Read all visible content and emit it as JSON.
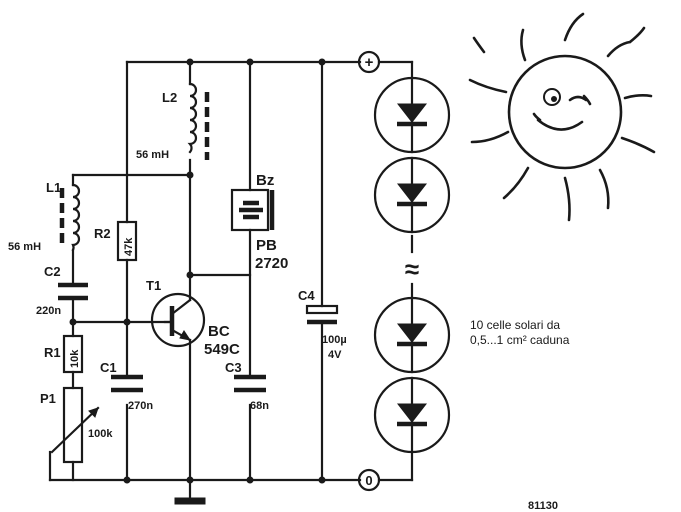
{
  "components": {
    "L1": {
      "ref": "L1",
      "value": "56 mH"
    },
    "L2": {
      "ref": "L2",
      "value": "56 mH"
    },
    "R1": {
      "ref": "R1",
      "value": "10k"
    },
    "R2": {
      "ref": "R2",
      "value": "47k"
    },
    "P1": {
      "ref": "P1",
      "value": "100k"
    },
    "C1": {
      "ref": "C1",
      "value": "270n"
    },
    "C2": {
      "ref": "C2",
      "value": "220n"
    },
    "C3": {
      "ref": "C3",
      "value": "68n"
    },
    "C4": {
      "ref": "C4",
      "value_line1": "100µ",
      "value_line2": "4V"
    },
    "T1": {
      "ref": "T1",
      "type_line1": "BC",
      "type_line2": "549C"
    },
    "Bz": {
      "ref": "Bz",
      "type_line1": "PB",
      "type_line2": "2720"
    }
  },
  "terminals": {
    "positive": "+",
    "zero": "0"
  },
  "break_symbol": "≈",
  "cells_note": {
    "line1": "10 celle solari da",
    "line2": "0,5...1 cm² caduna"
  },
  "figure_number": "81130",
  "solar_cell_count_drawn": 4,
  "colors": {
    "ink": "#1a1a1a",
    "background": "#ffffff"
  }
}
